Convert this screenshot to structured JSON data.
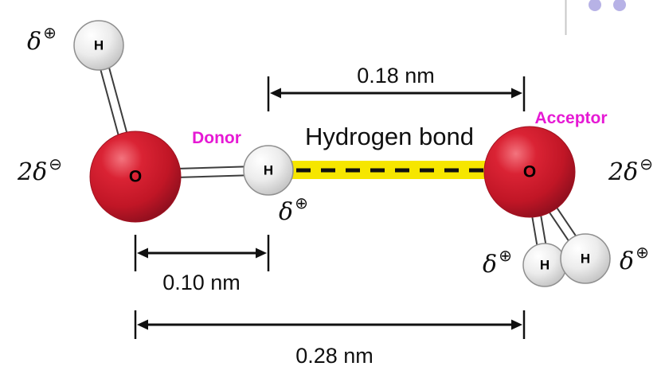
{
  "colors": {
    "oxygen_red": "#d02030",
    "hydrogen_gray": "#ececec",
    "hydrogen_bond_yellow": "#f6e600",
    "role_label_magenta": "#e619d4",
    "text_black": "#101010",
    "nav_dot_lavender": "#b7b2e6"
  },
  "left_molecule": {
    "role_label": "Donor",
    "oxygen_label": "O",
    "top_hydrogen_label": "H",
    "mid_hydrogen_label": "H",
    "oxygen_charge": {
      "base": "2δ",
      "sup": "⊖"
    },
    "top_hydrogen_charge": {
      "base": "δ",
      "sup": "⊕"
    },
    "mid_hydrogen_charge": {
      "base": "δ",
      "sup": "⊕"
    }
  },
  "right_molecule": {
    "role_label": "Acceptor",
    "oxygen_label": "O",
    "left_hydrogen_label": "H",
    "right_hydrogen_label": "H",
    "oxygen_charge": {
      "base": "2δ",
      "sup": "⊖"
    },
    "left_hydrogen_charge": {
      "base": "δ",
      "sup": "⊕"
    },
    "right_hydrogen_charge": {
      "base": "δ",
      "sup": "⊕"
    }
  },
  "hydrogen_bond": {
    "label": "Hydrogen bond"
  },
  "measurements": {
    "hydrogen_bond_length": "0.18 nm",
    "covalent_oh_length": "0.10 nm",
    "oxygen_oxygen_distance": "0.28 nm"
  }
}
